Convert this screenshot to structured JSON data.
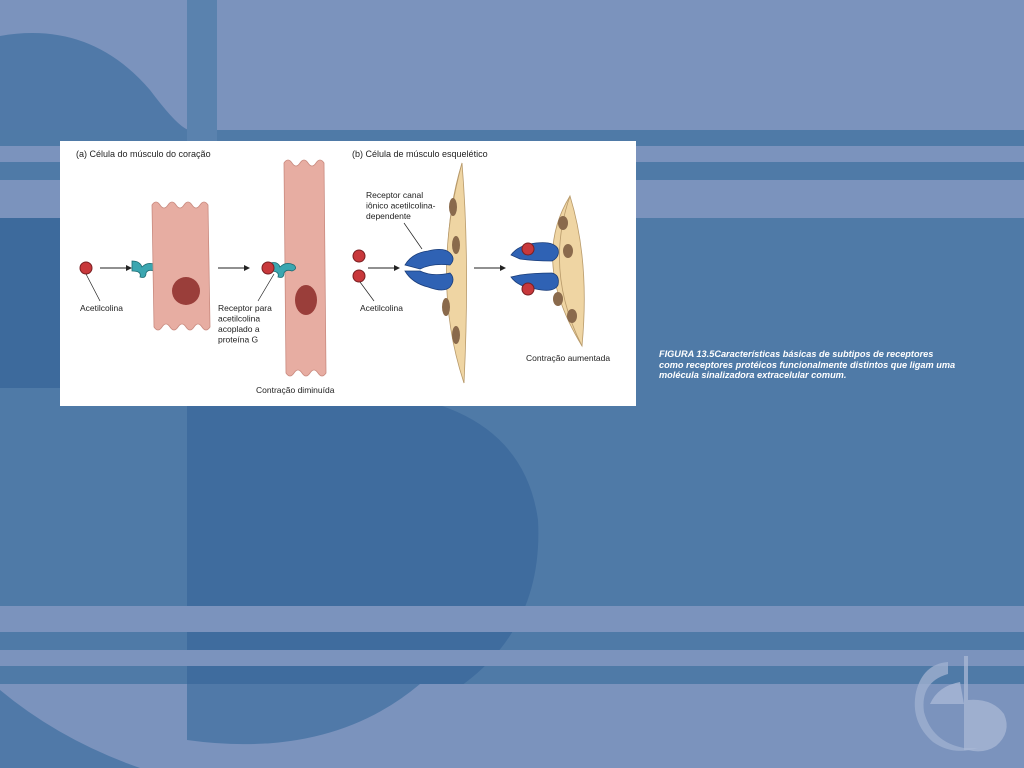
{
  "slide": {
    "caption": {
      "label": "FIGURA 13.5",
      "text": "Características básicas de subtipos de receptores como receptores protéicos funcionalmente distintos que ligam uma molécula sinalizadora extracelular comum."
    }
  },
  "figure": {
    "panel_a": {
      "title": "(a) Célula do músculo do coração",
      "ligand_label": "Acetilcolina",
      "receptor_label_lines": [
        "Receptor para",
        "acetilcolina",
        "acoplado a",
        "proteína G"
      ],
      "result_label": "Contração diminuída"
    },
    "panel_b": {
      "title": "(b) Célula de músculo esquelético",
      "receptor_label_lines": [
        "Receptor canal",
        "iônico acetilcolina-",
        "dependente"
      ],
      "ligand_label": "Acetilcolina",
      "result_label": "Contração aumentada"
    }
  },
  "colors": {
    "background": "#4f7aa7",
    "heart_cell": "#e7ada2",
    "nucleus": "#9a3e3a",
    "skeletal_cell": "#efd5a3",
    "skeletal_nucleus": "#8a6a4c",
    "receptor_g": "#3ba6b0",
    "ion_channel": "#2f62b4",
    "acetylcholine": "#c8383b"
  }
}
